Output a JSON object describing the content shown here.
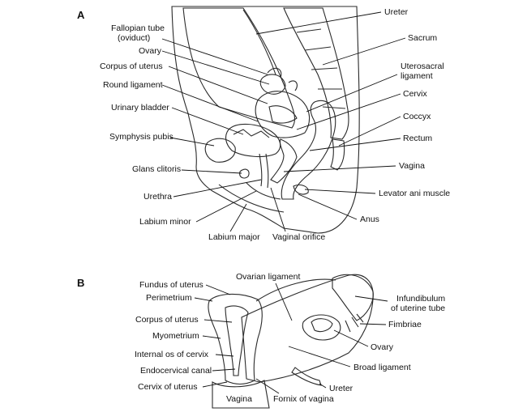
{
  "colors": {
    "skin": "#f3dcc8",
    "pink": "#eca39e",
    "pink_dark": "#d98077",
    "bone": "#c8c8c8",
    "bone_dark": "#a9a9a9",
    "light": "#fdf2ea"
  },
  "panel_a": {
    "letter": "A",
    "labels": {
      "fallopian_tube": "Fallopian tube",
      "oviduct": "(oviduct)",
      "ovary": "Ovary",
      "corpus": "Corpus of uterus",
      "round_ligament": "Round ligament",
      "urinary_bladder": "Urinary bladder",
      "symphysis": "Symphysis pubis",
      "glans": "Glans clitoris",
      "urethra": "Urethra",
      "labium_minor": "Labium minor",
      "labium_major": "Labium major",
      "vaginal_orifice": "Vaginal orifice",
      "ureter": "Ureter",
      "sacrum": "Sacrum",
      "uterosacral_1": "Uterosacral",
      "uterosacral_2": "ligament",
      "cervix": "Cervix",
      "coccyx": "Coccyx",
      "rectum": "Rectum",
      "vagina": "Vagina",
      "levator": "Levator ani muscle",
      "anus": "Anus"
    }
  },
  "panel_b": {
    "letter": "B",
    "labels": {
      "fundus": "Fundus of uterus",
      "perimetrium": "Perimetrium",
      "corpus": "Corpus of uterus",
      "myometrium": "Myometrium",
      "internal_os": "Internal os of cervix",
      "endocervical": "Endocervical canal",
      "cervix_uterus": "Cervix of uterus",
      "vagina": "Vagina",
      "fornix": "Fornix of vagina",
      "ovarian_ligament": "Ovarian ligament",
      "infundibulum_1": "Infundibulum",
      "infundibulum_2": "of uterine tube",
      "fimbriae": "Fimbriae",
      "ovary": "Ovary",
      "broad_ligament": "Broad ligament",
      "ureter": "Ureter"
    }
  }
}
